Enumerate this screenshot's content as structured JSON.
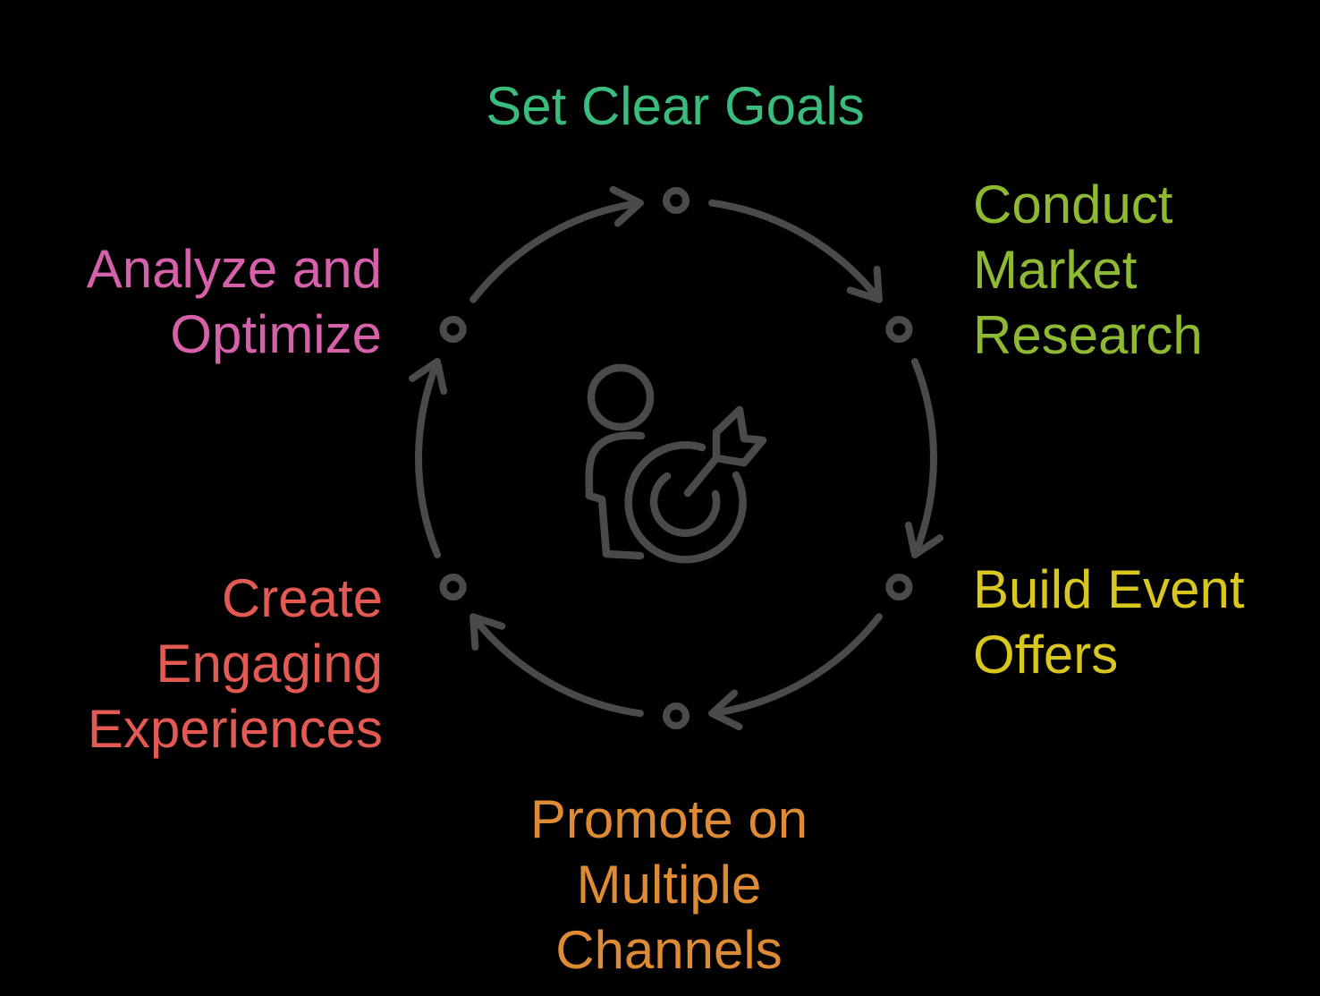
{
  "diagram": {
    "type": "cycle",
    "background_color": "#000000",
    "stroke_color": "#4a4a4a",
    "direction": "clockwise",
    "node_count": 6,
    "center_icon": "person-with-target-and-dart",
    "steps": [
      {
        "label": "Set Clear Goals",
        "color": "#3abc7d",
        "position": "top",
        "lines": [
          "Set Clear Goals"
        ]
      },
      {
        "label": "Conduct Market Research",
        "color": "#8eba33",
        "position": "upper-right",
        "lines": [
          "Conduct",
          "Market",
          "Research"
        ]
      },
      {
        "label": "Build Event Offers",
        "color": "#d9c71f",
        "position": "lower-right",
        "lines": [
          "Build Event",
          "Offers"
        ]
      },
      {
        "label": "Promote on Multiple Channels",
        "color": "#df8b36",
        "position": "bottom",
        "lines": [
          "Promote on",
          "Multiple",
          "Channels"
        ]
      },
      {
        "label": "Create Engaging Experiences",
        "color": "#e35a52",
        "position": "lower-left",
        "lines": [
          "Create",
          "Engaging",
          "Experiences"
        ]
      },
      {
        "label": "Analyze and Optimize",
        "color": "#d760ab",
        "position": "upper-left",
        "lines": [
          "Analyze and",
          "Optimize"
        ]
      }
    ]
  }
}
